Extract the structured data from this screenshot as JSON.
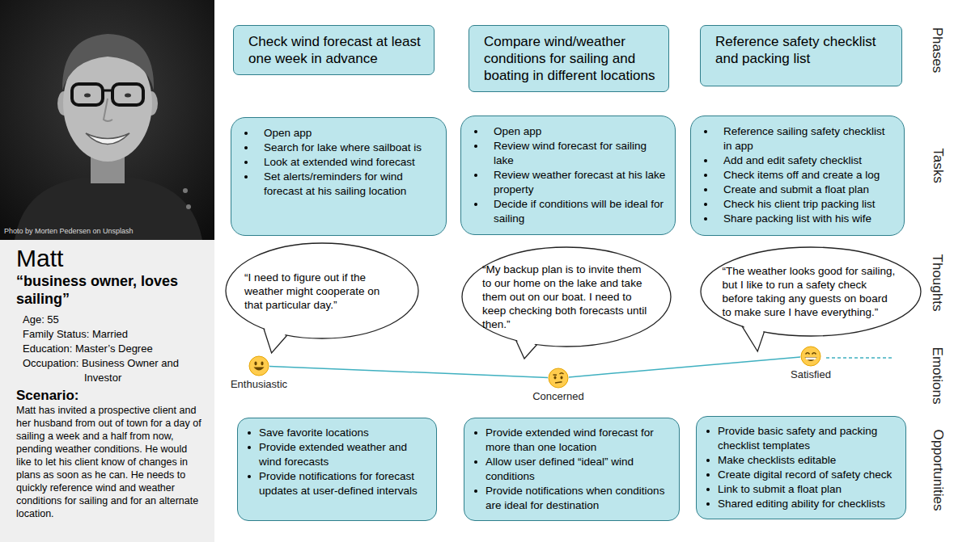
{
  "diagram": {
    "nodes": [
      {
        "text": [
          "Matt",
          "“business owner, loves sailing”",
          "Age: 55",
          "Family Status: Married",
          "Education: Master’s Degree",
          "Occupation: Business Owner and Investor",
          "Scenario:",
          "Matt has invited a prospective client and her husband from out of town for a day of sailing a week and a half from now, pending weather conditions. He would like to let his client know of changes in plans as soon as he can. He needs to quickly reference wind and weather conditions for sailing and for an alternate location."
        ]
      },
      {
        "text": [
          "Check wind forecast at least one week in advance"
        ]
      },
      {
        "text": [
          "Compare wind/weather conditions for sailing and boating in different locations"
        ]
      },
      {
        "text": [
          "Reference safety checklist and packing list"
        ]
      },
      {
        "text": [
          "Open app",
          "Search for lake where sailboat is",
          "Look at extended wind forecast",
          "Set alerts/reminders for wind forecast at his sailing location"
        ]
      },
      {
        "text": [
          "Open app",
          "Review wind forecast for sailing lake",
          "Review weather forecast at his lake property",
          "Decide if conditions will be ideal for sailing"
        ]
      },
      {
        "text": [
          "Reference sailing safety checklist in app",
          "Add and edit safety checklist",
          "Check items off and create a log",
          "Create and submit a float plan",
          "Check his client trip packing list",
          "Share packing list with his wife"
        ]
      },
      {
        "text": [
          "“I need to figure out if the weather might cooperate on that particular day.”"
        ]
      },
      {
        "text": [
          "“My backup plan is to invite them to our home on the lake and take them out on our boat. I need to keep checking both forecasts until then.”"
        ]
      },
      {
        "text": [
          "“The weather looks good for sailing, but I like to run a safety check before taking any guests on board to make sure I have everything.”"
        ]
      },
      {
        "text": [
          "Enthusiastic"
        ]
      },
      {
        "text": [
          "Concerned"
        ]
      },
      {
        "text": [
          "Satisfied"
        ]
      },
      {
        "text": [
          "Save favorite locations",
          "Provide extended weather and wind forecasts",
          "Provide notifications for forecast updates at user-defined intervals"
        ]
      },
      {
        "text": [
          "Provide extended wind forecast for more than one location",
          "Allow user defined “ideal” wind conditions",
          "Provide notifications when conditions are ideal for destination"
        ]
      },
      {
        "text": [
          "Provide basic safety and packing checklist templates",
          "Make checklists editable",
          "Create digital record of safety check",
          "Link to submit a float plan",
          "Shared editing ability for checklists"
        ]
      }
    ],
    "edges": [
      {
        "from": 10,
        "to": 11,
        "arrow": "none"
      },
      {
        "from": 11,
        "to": 12,
        "arrow": "none"
      }
    ],
    "labels": [
      "Photo by Morten Pedersen on Unsplash",
      "Phases",
      "Tasks",
      "Thoughts",
      "Emotions",
      "Opportunities"
    ]
  }
}
